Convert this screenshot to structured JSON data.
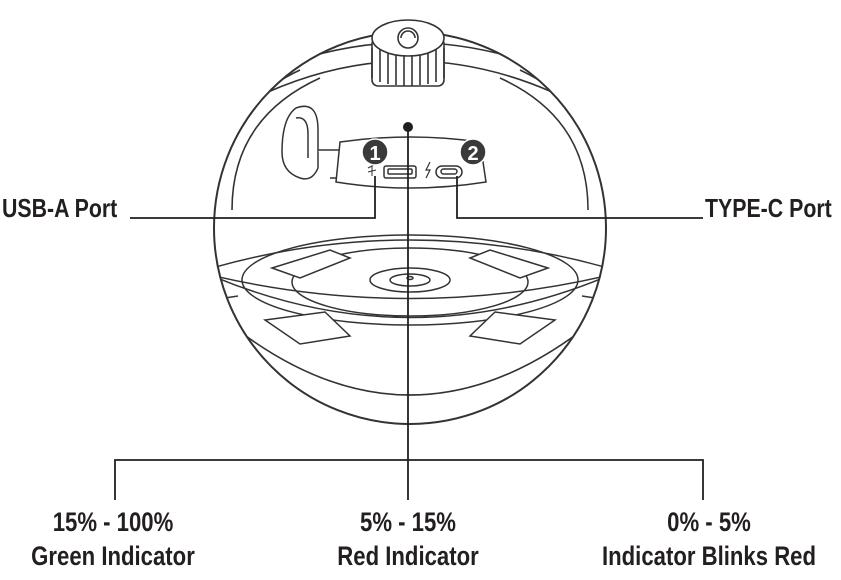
{
  "ports": {
    "usb_a": {
      "label": "USB-A Port",
      "badge": "1"
    },
    "type_c": {
      "label": "TYPE-C Port",
      "badge": "2"
    }
  },
  "indicators": [
    {
      "range": "15% - 100%",
      "description": "Green Indicator"
    },
    {
      "range": "5% - 15%",
      "description": "Red Indicator"
    },
    {
      "range": "0% - 5%",
      "description": "Indicator Blinks Red"
    }
  ],
  "colors": {
    "ink": "#231f20",
    "outline": "#333333",
    "badge": "#3a3a3a"
  }
}
